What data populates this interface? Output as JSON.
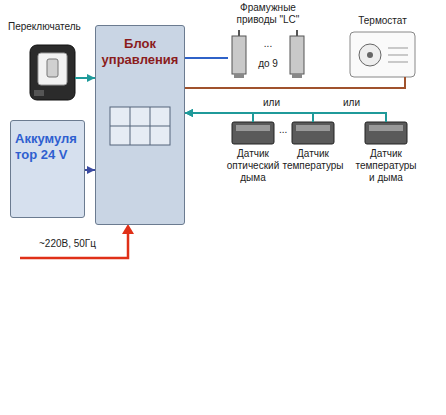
{
  "diagram": {
    "nodes": [
      {
        "text": [
          "Переключатель"
        ]
      },
      {
        "text": [
          "Блок управления"
        ]
      },
      {
        "text": [
          "Фрамужные приводы \"LC\"",
          "...",
          "до 9"
        ]
      },
      {
        "text": [
          "Термостат"
        ]
      },
      {
        "text": [
          "Аккумуля тор 24 V"
        ]
      },
      {
        "text": [
          "Датчик оптический дыма"
        ]
      },
      {
        "text": [
          "Датчик температуры"
        ]
      },
      {
        "text": [
          "Датчик температуры и дыма"
        ]
      }
    ],
    "edges": [
      {
        "from": 0,
        "to": 1,
        "arrow": "to"
      },
      {
        "from": 4,
        "to": 1,
        "arrow": "to"
      },
      {
        "from": 1,
        "to": 2,
        "arrow": "none"
      },
      {
        "from": 3,
        "to": 1,
        "arrow": "none"
      },
      {
        "from": 5,
        "to": 1,
        "arrow": "to"
      },
      {
        "from": 6,
        "to": 1,
        "arrow": "to"
      },
      {
        "from": 7,
        "to": 1,
        "arrow": "to"
      }
    ],
    "labels": [
      "~220В, 50Гц",
      "или",
      "или",
      "..."
    ]
  }
}
